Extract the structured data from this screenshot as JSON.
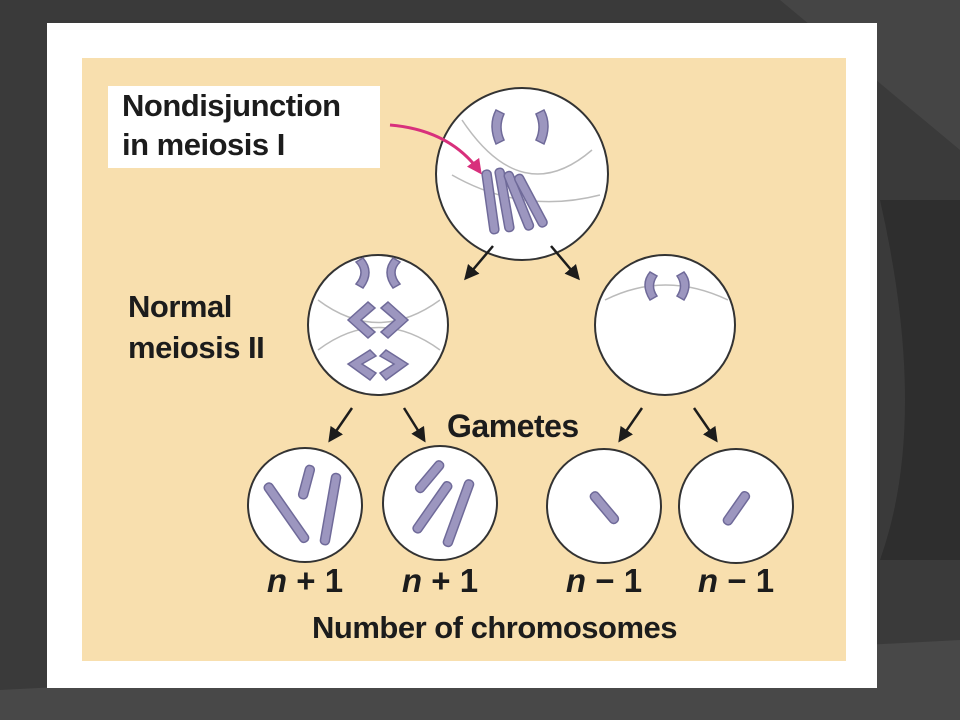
{
  "labels": {
    "nondisjunction_line1": "Nondisjunction",
    "nondisjunction_line2": "in meiosis I",
    "normal_line1": "Normal",
    "normal_line2": "meiosis II",
    "gametes": "Gametes",
    "number_of_chromosomes": "Number of chromosomes"
  },
  "gamete_counts": [
    {
      "n": "n",
      "rest": " + 1"
    },
    {
      "n": "n",
      "rest": " + 1"
    },
    {
      "n": "n",
      "rest": " − 1"
    },
    {
      "n": "n",
      "rest": " − 1"
    }
  ],
  "colors": {
    "panel": "#f8dfae",
    "chromosome": "#9c96bf",
    "chromosome_stroke": "#6f6a99",
    "arrow_highlight": "#d8307c"
  }
}
